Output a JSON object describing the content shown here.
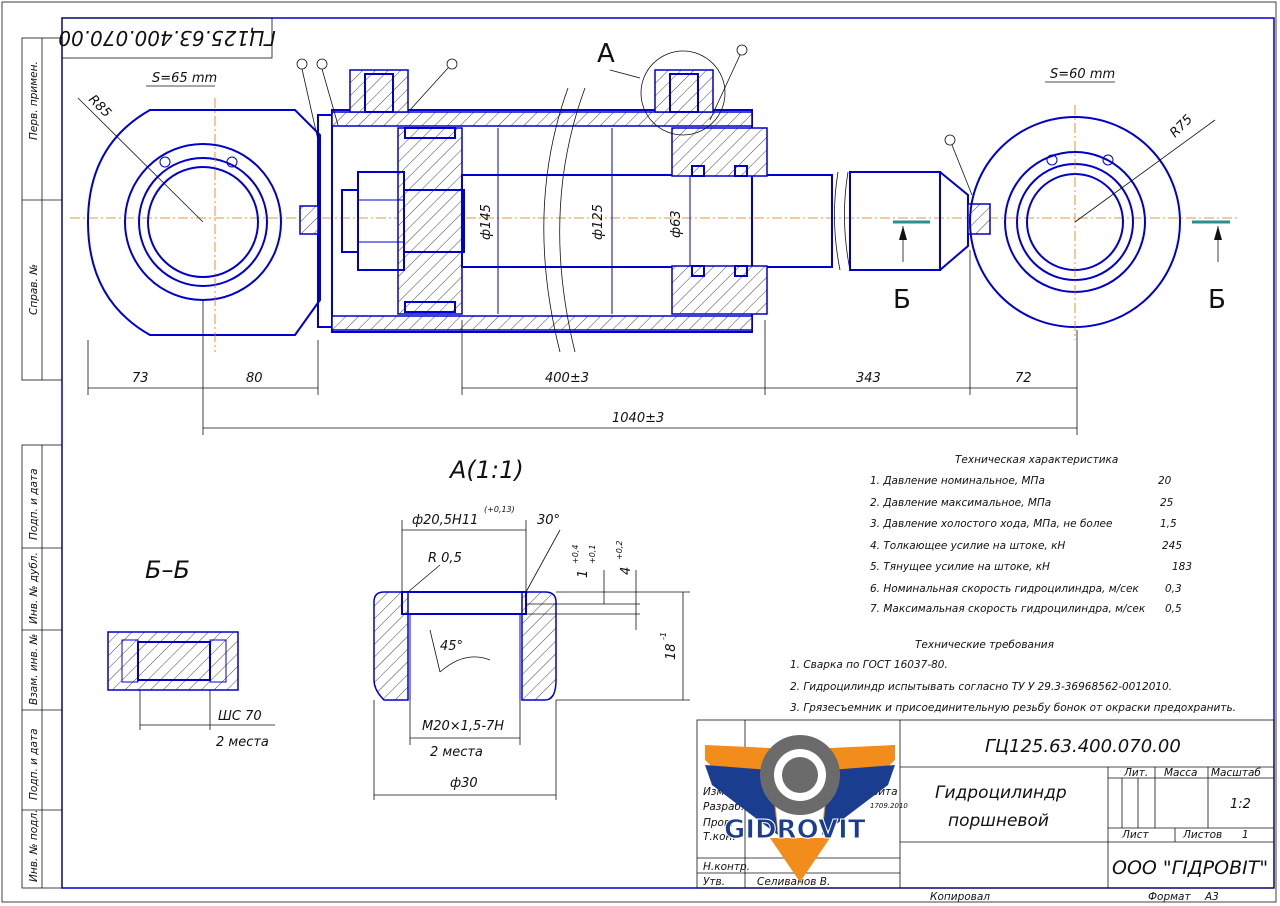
{
  "drawing": {
    "doc_number": "ГЦ125.63.400.070.00",
    "side_labels": [
      "Перв. примен.",
      "Справ. №",
      "Подп. и дата",
      "Инв. № дубл.",
      "Взам. инв. №",
      "Подп. и дата",
      "Инв. № подл."
    ],
    "view_a_label": "А",
    "view_b_label": "Б",
    "wrench_left": "S=65 mm",
    "wrench_right": "S=60 mm",
    "radius_left": "R85",
    "radius_right": "R75",
    "diameters": [
      "ф145",
      "ф125",
      "ф63"
    ],
    "dims_bottom": [
      "73",
      "80",
      "400±3",
      "343",
      "72"
    ],
    "dim_total": "1040±3"
  },
  "detail_a": {
    "title": "А(1:1)",
    "bore": "ф20,5H11",
    "bore_tol": "(+0,13)",
    "angle_top": "30°",
    "radius": "R 0,5",
    "tol1": "1",
    "tol1_sup": "+0,4",
    "tol1_sub": "+0,1",
    "tol2": "4",
    "tol2_sup": "+0,2",
    "angle_45": "45°",
    "height": "18",
    "height_tol": "-1",
    "thread": "M20×1,5-7H",
    "count": "2 места",
    "outer": "ф30"
  },
  "section_b": {
    "title": "Б–Б",
    "part": "ШС 70",
    "count": "2 места"
  },
  "tech_spec": {
    "title": "Техническая характеристика",
    "rows": [
      {
        "label": "1. Давление номинальное, МПа",
        "value": "20"
      },
      {
        "label": "2. Давление максимальное, МПа",
        "value": "25"
      },
      {
        "label": "3. Давление холостого хода, МПа, не более",
        "value": "1,5"
      },
      {
        "label": "4. Толкающее усилие на штоке, кН",
        "value": "245"
      },
      {
        "label": "5. Тянущее усилие на штоке, кН",
        "value": "183"
      },
      {
        "label": "6. Номинальная скорость гидроцилиндра, м/сек",
        "value": "0,3"
      },
      {
        "label": "7. Максимальная скорость гидроцилиндра, м/сек",
        "value": "0,5"
      }
    ]
  },
  "tech_req": {
    "title": "Технические требования",
    "items": [
      "1. Сварка по ГОСТ 16037-80.",
      "2. Гидроцилиндр испытывать согласно ТУ У 29.3-36968562-0012010.",
      "3. Грязесъемник и присоединительную резьбу бонок от окраски предохранить."
    ]
  },
  "title_block": {
    "doc_number": "ГЦ125.63.400.070.00",
    "name_line1": "Гидроцилиндр",
    "name_line2": "поршневой",
    "col_lit": "Лит.",
    "col_mass": "Масса",
    "col_scale": "Масштаб",
    "scale": "1:2",
    "sheet": "Лист",
    "sheets": "Листов",
    "sheets_count": "1",
    "company": "ООО \"ГІДРОВІТ\"",
    "rows": [
      "Изм.",
      "Разраб.",
      "Пров.",
      "Т.кон.",
      "Н.контр.",
      "Утв."
    ],
    "approver": "Селиванов В.",
    "frag_sign": "вита",
    "frag_date": "1709.2010",
    "copied": "Копировал",
    "format_label": "Формат",
    "format": "А3"
  },
  "logo": {
    "text": "GIDROVIT",
    "colors": {
      "blue": "#1a3d8f",
      "orange": "#f28c1a",
      "gray": "#6b6b6b"
    }
  }
}
